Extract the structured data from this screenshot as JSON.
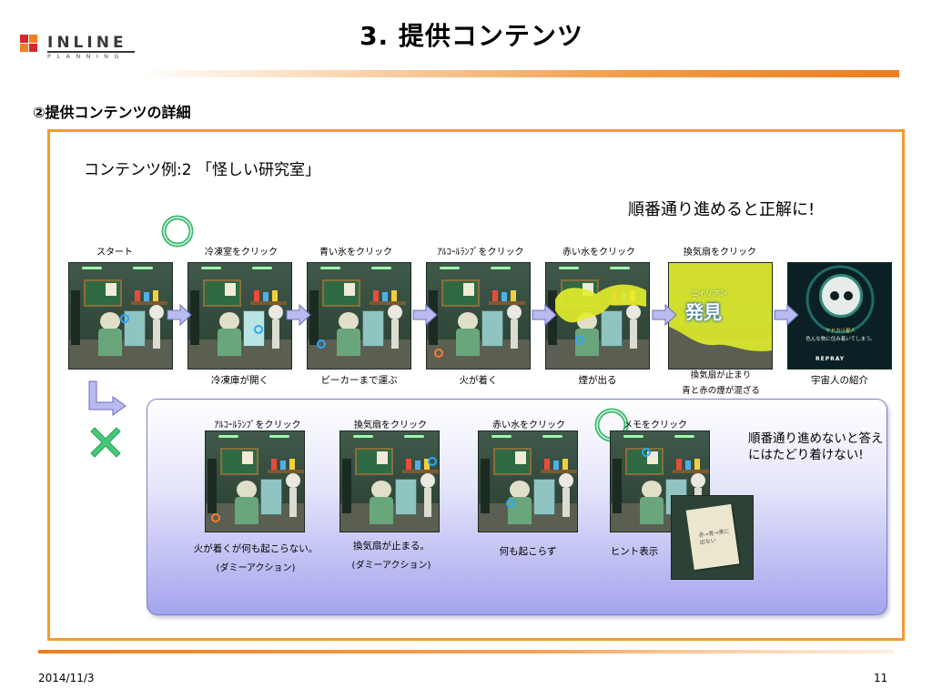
{
  "header": {
    "logo_main": "INLINE",
    "logo_sub": "PLANNING",
    "title": "3. 提供コンテンツ"
  },
  "section_heading": "②提供コンテンツの詳細",
  "example_title": "コンテンツ例:2 「怪しい研究室」",
  "correct_note": "順番通り進めると正解に!",
  "correct_flow": {
    "steps": [
      {
        "label": "スタート",
        "caption": ""
      },
      {
        "label": "冷凍室をクリック",
        "caption": "冷凍庫が開く"
      },
      {
        "label": "青い氷をクリック",
        "caption": "ビーカーまで運ぶ"
      },
      {
        "label": "ｱﾙｺｰﾙﾗﾝﾌﾟをクリック",
        "caption": "火が着く"
      },
      {
        "label": "赤い水をクリック",
        "caption": "煙が出る"
      },
      {
        "label": "換気扇をクリック",
        "caption_line1": "換気扇が止まり",
        "caption_line2": "青と赤の煙が混ざる"
      },
      {
        "label": "",
        "caption": "宇宙人の紹介"
      }
    ],
    "discover_small": "エイリアン",
    "discover_text": "発見",
    "alien_title": "ヤドカリ星人",
    "alien_desc": "色んな物に住み着いてしまう。",
    "alien_brand": "REPRAY"
  },
  "wrong_flow": {
    "steps": [
      {
        "label": "ｱﾙｺｰﾙﾗﾝﾌﾟをクリック",
        "caption1": "火が着くが何も起こらない。",
        "caption2": "(ダミーアクション)"
      },
      {
        "label": "換気扇をクリック",
        "caption1": "換気扇が止まる。",
        "caption2": "(ダミーアクション)"
      },
      {
        "label": "赤い水をクリック",
        "caption1": "何も起こらず",
        "caption2": ""
      },
      {
        "label": "メモをクリック",
        "caption1": "ヒント表示",
        "caption2": ""
      }
    ],
    "note_text": "順番通り進めないと答えにはたどり着けない!",
    "memo_text": "赤→青→黄に出ない"
  },
  "colors": {
    "accent_orange": "#f39b2e",
    "correct_green": "#3db870",
    "wrong_green": "#45c978",
    "arrow_blue": "#9fa2e6"
  },
  "footer": {
    "date": "2014/11/3",
    "page": "11"
  }
}
